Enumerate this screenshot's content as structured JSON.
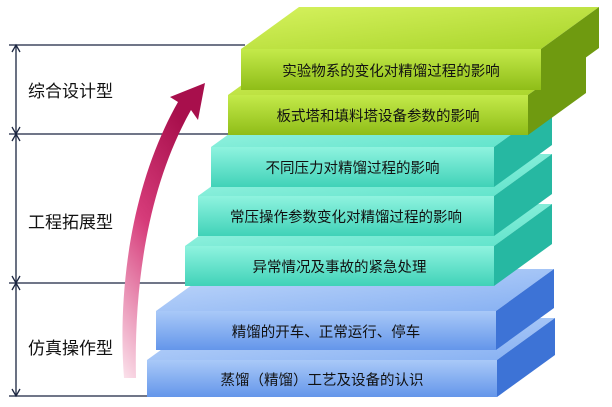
{
  "levels": [
    {
      "label": "综合设计型"
    },
    {
      "label": "工程拓展型"
    },
    {
      "label": "仿真操作型"
    }
  ],
  "steps": [
    {
      "label": "实验物系的变化对精馏过程的影响",
      "group": "综合设计型"
    },
    {
      "label": "板式塔和填料塔设备参数的影响",
      "group": "综合设计型"
    },
    {
      "label": "不同压力对精馏过程的影响",
      "group": "工程拓展型"
    },
    {
      "label": "常压操作参数变化对精馏过程的影响",
      "group": "工程拓展型"
    },
    {
      "label": "异常情况及事故的紧急处理",
      "group": "工程拓展型"
    },
    {
      "label": "精馏的开车、正常运行、停车",
      "group": "仿真操作型"
    },
    {
      "label": "蒸馏（精馏）工艺及设备的认识",
      "group": "仿真操作型"
    }
  ],
  "colors": {
    "green": "#a3d12c",
    "green_dark": "#6f9a10",
    "teal": "#55e0c8",
    "teal_dark": "#26b8a2",
    "blue": "#6da3f0",
    "blue_dark": "#3d73d6",
    "arrow": "#c2185b",
    "bracket": "#1b2540"
  }
}
